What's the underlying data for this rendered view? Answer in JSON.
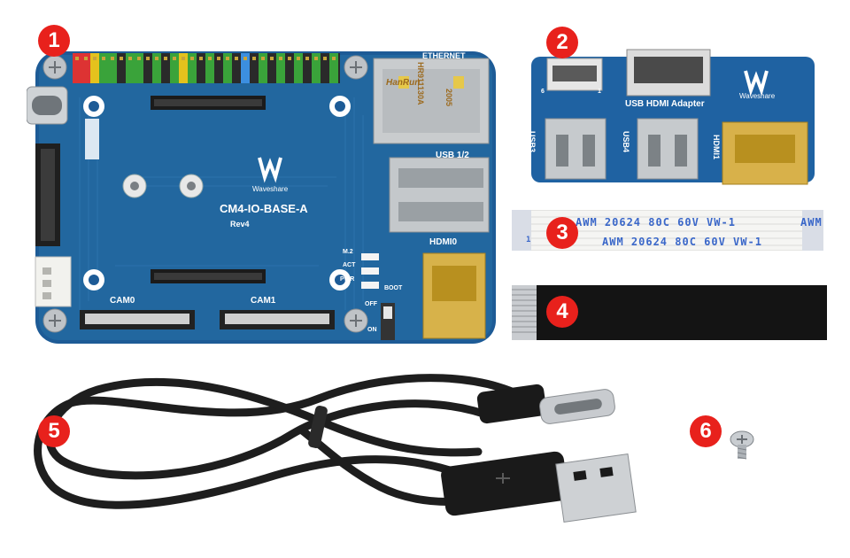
{
  "items": [
    {
      "number": "1",
      "name": "io-base-board"
    },
    {
      "number": "2",
      "name": "usb-hdmi-adapter"
    },
    {
      "number": "3",
      "name": "fpc-cable-white"
    },
    {
      "number": "4",
      "name": "fpc-cable-black"
    },
    {
      "number": "5",
      "name": "usb-cable"
    },
    {
      "number": "6",
      "name": "screw"
    }
  ],
  "board": {
    "model": "CM4-IO-BASE-A",
    "revision": "Rev4",
    "brand": "Waveshare",
    "ethernet_label": "ETHERNET",
    "usb_label": "USB 1/2",
    "hdmi_label": "HDMI0",
    "cam0_label": "CAM0",
    "cam1_label": "CAM1",
    "led_m2": "M.2",
    "led_act": "ACT",
    "led_pwr": "PWR",
    "boot_label": "BOOT",
    "off_label": "OFF",
    "on_label": "ON",
    "jack_text_1": "HanRun",
    "jack_text_2": "HR911130A",
    "jack_text_3": "2005"
  },
  "adapter": {
    "title": "USB HDMI Adapter",
    "brand": "Waveshare",
    "usb3": "USB3",
    "usb4": "USB4",
    "hdmi1": "HDMI1",
    "pin_6": "6",
    "pin_1": "1"
  },
  "white_cable": {
    "line1": "AWM  20624  80C  60V  VW-1",
    "line2": "AWM  20624  80C  60V  VW-1",
    "edge_awm": "AWM",
    "edge_1": "1"
  },
  "colors": {
    "board_blue": "#1f5f99",
    "badge_red": "#e8211c",
    "cable_black": "#161616"
  }
}
